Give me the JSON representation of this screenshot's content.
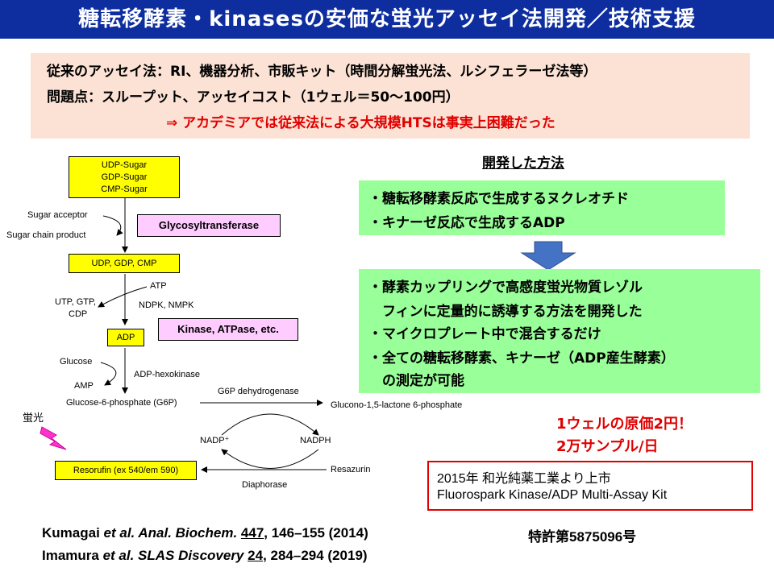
{
  "header": {
    "title": "糖転移酵素・kinasesの安価な蛍光アッセイ法開発／技術支援"
  },
  "problem": {
    "line1": "従来のアッセイ法：RI、機器分析、市販キット（時間分解蛍光法、ルシフェラーゼ法等）",
    "line2": "問題点：スループット、アッセイコスト（1ウェル＝50～100円）",
    "line3": "⇒ アカデミアでは従来法による大規模HTSは事実上困難だった"
  },
  "diagram": {
    "sugar_box": [
      "UDP-Sugar",
      "GDP-Sugar",
      "CMP-Sugar"
    ],
    "sugar_acceptor": "Sugar acceptor",
    "sugar_chain_product": "Sugar chain product",
    "glycosyltransferase": "Glycosyltransferase",
    "udp_box": "UDP, GDP, CMP",
    "atp": "ATP",
    "utp": [
      "UTP, GTP,",
      "CDP"
    ],
    "ndpk": "NDPK, NMPK",
    "adp_box": "ADP",
    "kinase": "Kinase, ATPase, etc.",
    "glucose": "Glucose",
    "amp": "AMP",
    "adp_hexokinase": "ADP-hexokinase",
    "g6p": "Glucose-6-phosphate (G6P)",
    "g6p_dh": "G6P dehydrogenase",
    "gluconolactone": "Glucono-1,5-lactone 6-phosphate",
    "fluorescence": "蛍光",
    "nadp": "NADP⁺",
    "nadph": "NADPH",
    "resorufin": "Resorufin (ex 540/em 590)",
    "resazurin": "Resazurin",
    "diaphorase": "Diaphorase"
  },
  "method": {
    "heading": "開発した方法",
    "box1": [
      "・糖転移酵素反応で生成するヌクレオチド",
      "・キナーゼ反応で生成するADP"
    ],
    "box2": [
      "・酵素カップリングで高感度蛍光物質レゾル",
      "　フィンに定量的に誘導する方法を開発した",
      "・マイクロプレート中で混合するだけ",
      "・全ての糖転移酵素、キナーゼ（ADP産生酵素）",
      "　の測定が可能"
    ]
  },
  "cost": {
    "line1": "1ウェルの原価2円！",
    "line2": "2万サンプル/日"
  },
  "release": {
    "line1": "2015年 和光純薬工業より上市",
    "line2": "Fluorospark Kinase/ADP Multi-Assay Kit"
  },
  "references": {
    "ref1_authors": "Kumagai ",
    "ref1_etal": "et al. Anal. Biochem.",
    "ref1_volume": "447",
    "ref1_pages": ", 146–155 (2014)",
    "patent": "特許第5875096号",
    "ref2_authors": "Imamura ",
    "ref2_etal": "et al. SLAS Discovery",
    "ref2_volume": "24",
    "ref2_pages": ", 284–294 (2019)"
  },
  "colors": {
    "title_bg": "#0e2ea0",
    "problem_bg": "#fbe2d4",
    "accent_red": "#e00000",
    "method_bg": "#99ff99",
    "arrow_blue": "#4472c4"
  }
}
